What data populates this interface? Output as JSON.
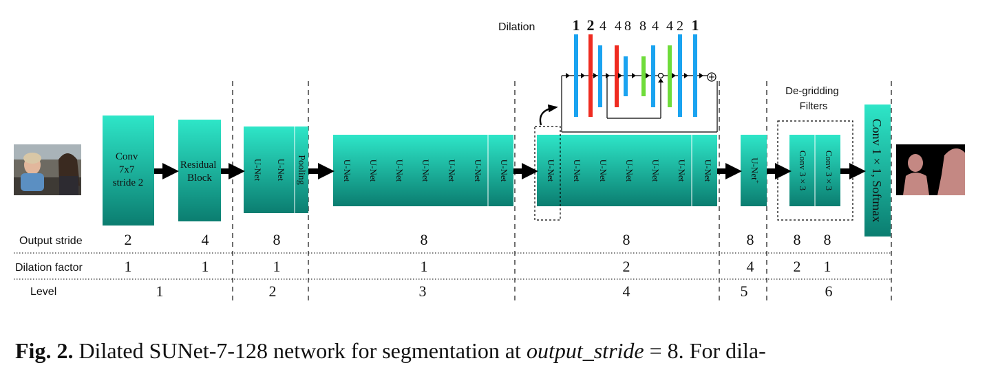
{
  "diagram": {
    "dilation_header": "Dilation",
    "dilation_sequence": [
      "1",
      "2",
      "4",
      "4",
      "8",
      "8",
      "4",
      "4",
      "2",
      "1"
    ],
    "degrid_title_line1": "De-gridding",
    "degrid_title_line2": "Filters",
    "conv_block": [
      "Conv",
      "7x7",
      "stride 2"
    ],
    "residual_block": [
      "Residual",
      "Block"
    ],
    "unet_label": "U-Net",
    "unet_plus_label": "U-Net",
    "unet_plus_sup": "+",
    "pooling_label": "Pooling",
    "degrid_conv_label": "Conv 3 × 3",
    "final_block_label": "Conv 1 × 1, Softmax",
    "rows": {
      "output_stride": {
        "label": "Output stride",
        "values": [
          "2",
          "4",
          "8",
          "8",
          "8",
          "8",
          "8",
          "8"
        ]
      },
      "dilation_factor": {
        "label": "Dilation factor",
        "values": [
          "1",
          "1",
          "1",
          "1",
          "2",
          "4",
          "2",
          "1"
        ]
      },
      "level": {
        "label": "Level",
        "values": [
          "1",
          "2",
          "3",
          "4",
          "5",
          "6"
        ]
      }
    },
    "colors": {
      "block_top": "#2ee6c8",
      "block_bottom": "#0b7d70",
      "blue_bar": "#1aa3f0",
      "red_bar": "#ef2b20",
      "green_bar": "#6fdc3a"
    }
  },
  "caption": {
    "fig_label": "Fig. 2.",
    "text_before": "Dilated SUNet-7-128 network for segmentation at",
    "math_var": "output_stride",
    "text_after": "= 8. For dila-"
  }
}
